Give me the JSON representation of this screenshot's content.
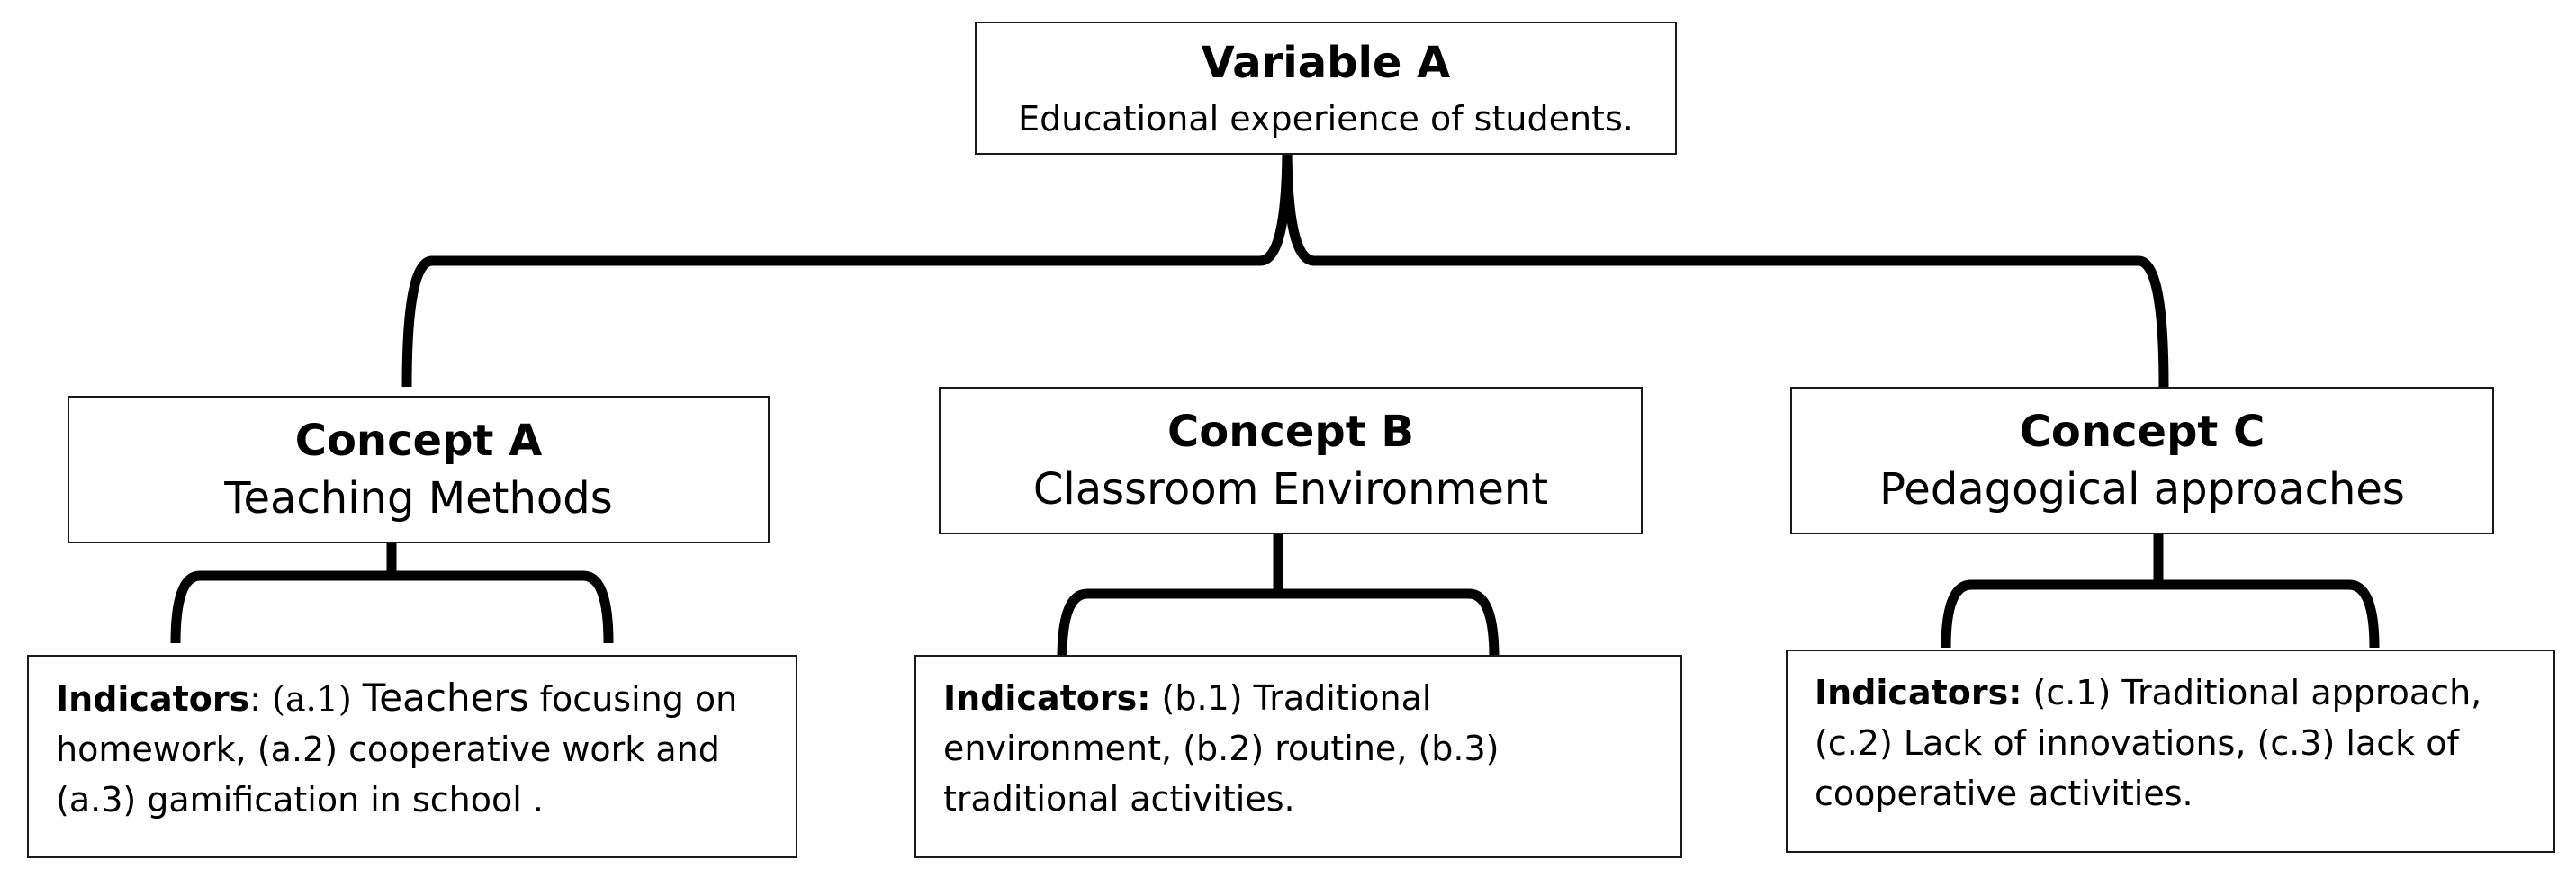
{
  "variable": {
    "title": "Variable A",
    "subtitle": "Educational experience of students."
  },
  "concepts": [
    {
      "title": "Concept A",
      "subtitle": "Teaching Methods",
      "indicator_label": "Indicators",
      "indicator_sep": ":",
      "indicator_parts": [
        "(a.1)",
        "Teachers",
        "focusing on homework, (a.2) cooperative work and (a.3) gamification in school ."
      ]
    },
    {
      "title": "Concept B",
      "subtitle": "Classroom Environment",
      "indicator_label": "Indicators:",
      "indicator_text": "(b.1) Traditional environment, (b.2) routine, (b.3) traditional activities."
    },
    {
      "title": "Concept C",
      "subtitle": "Pedagogical approaches",
      "indicator_label": "Indicators:",
      "indicator_text": "(c.1) Traditional approach, (c.2) Lack of innovations, (c.3) lack of cooperative activities."
    }
  ],
  "colors": {
    "line": "#000000",
    "border": "#1a1a1a",
    "background": "#ffffff"
  }
}
